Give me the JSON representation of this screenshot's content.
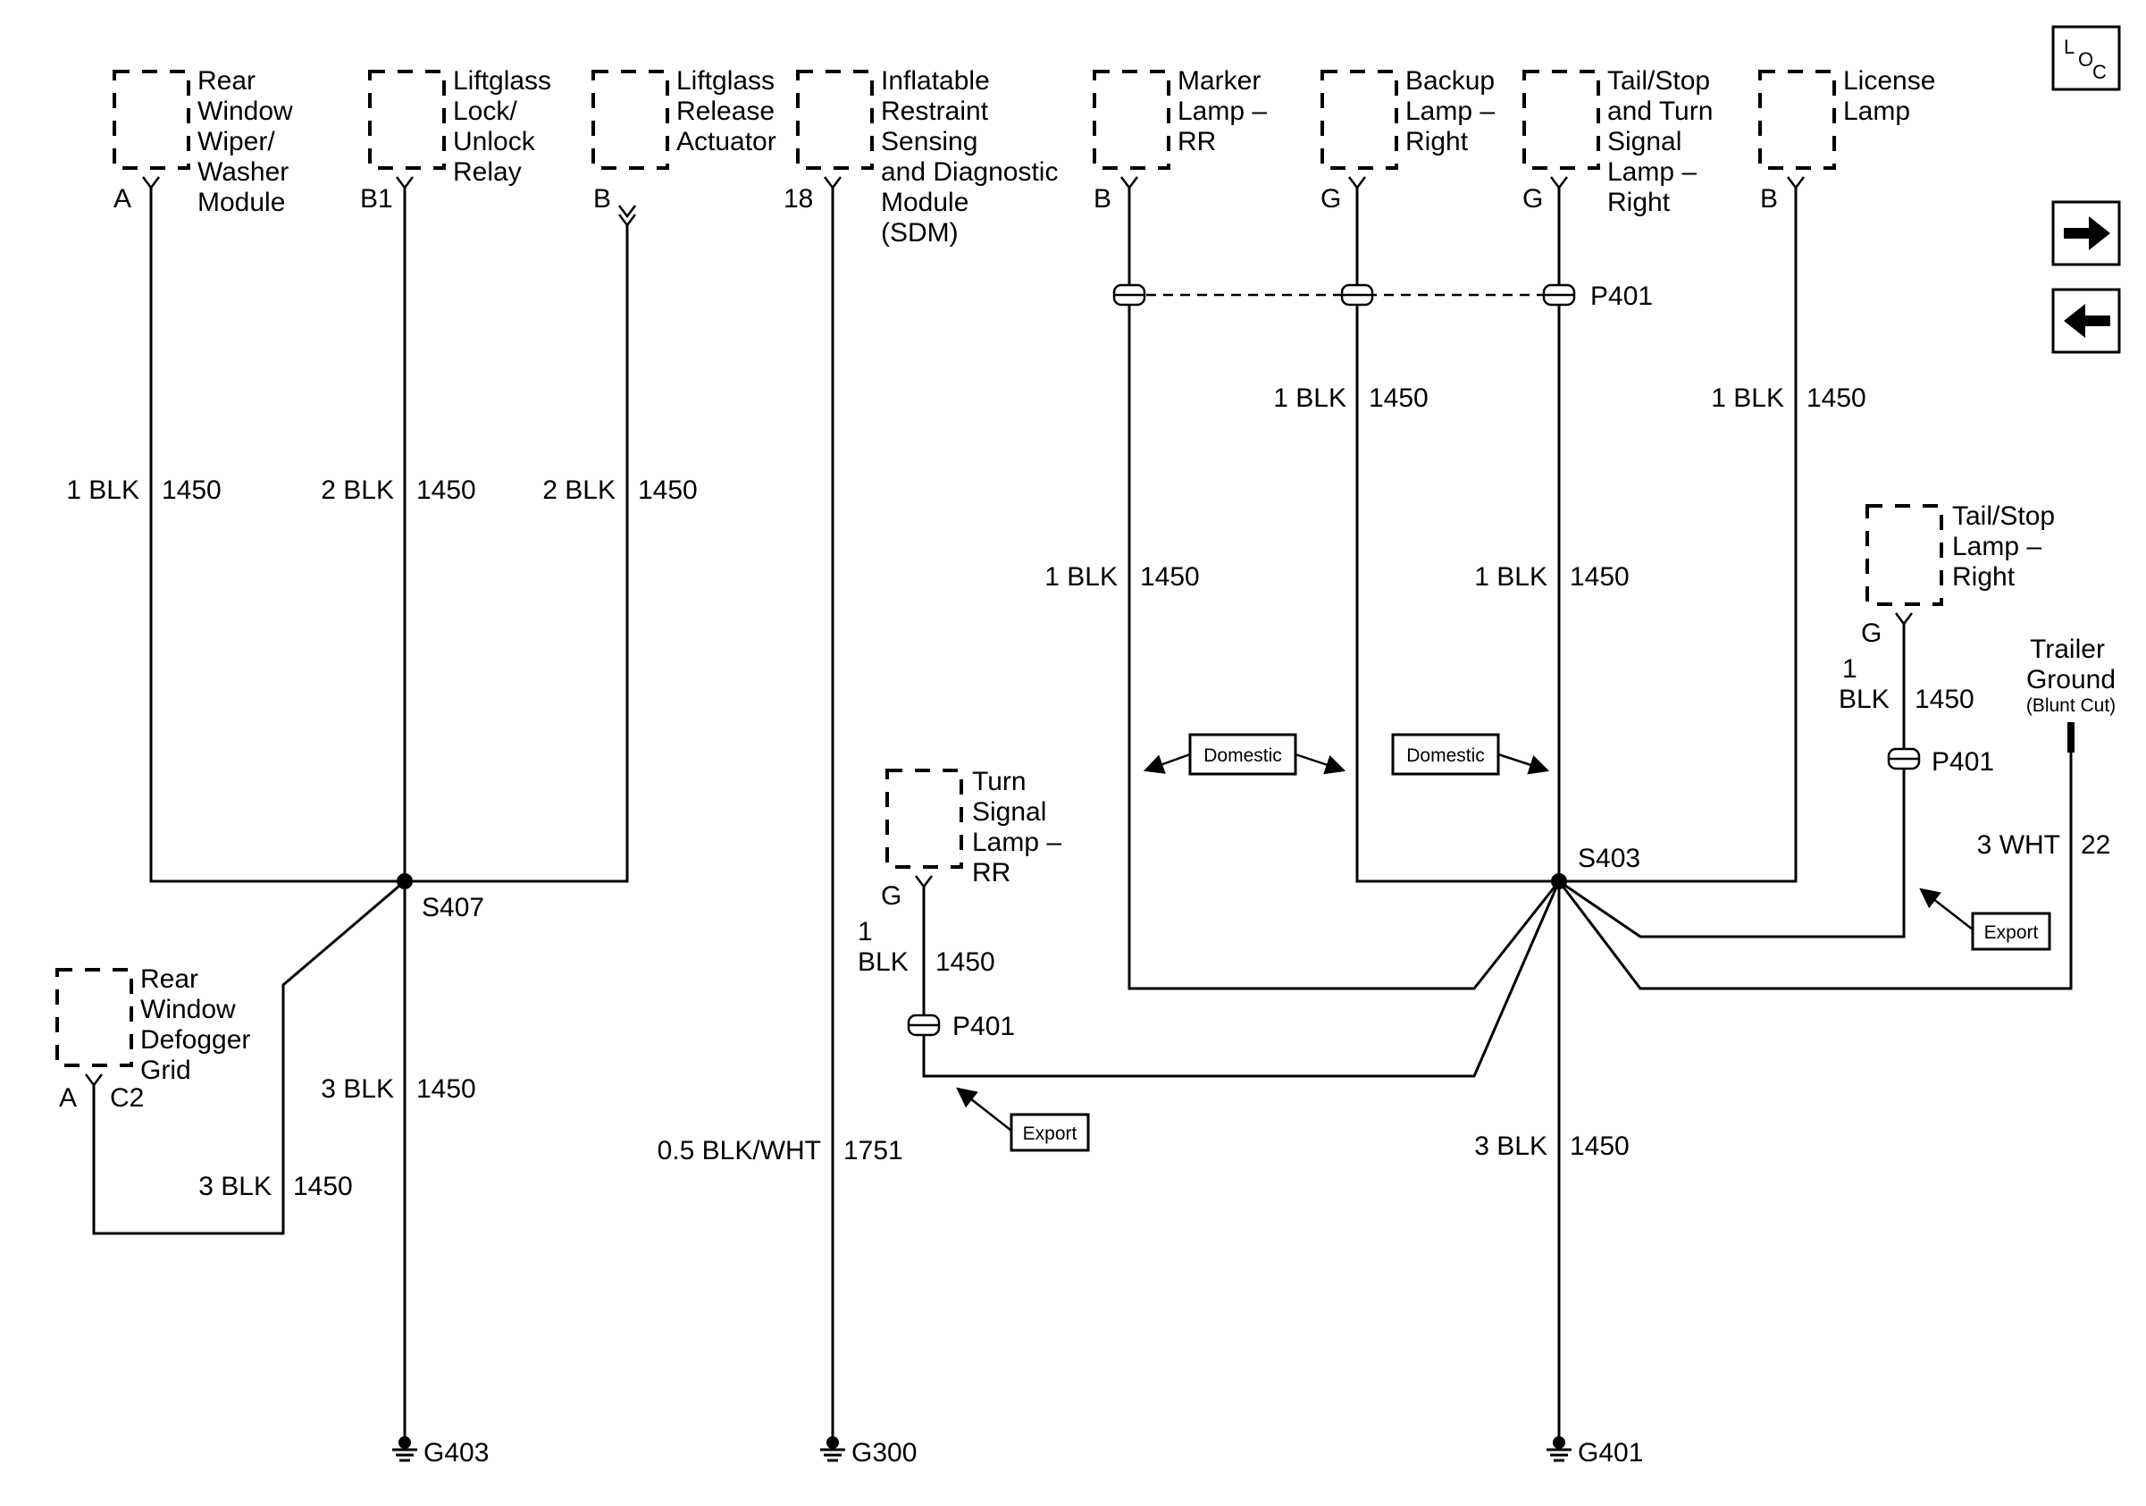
{
  "nav": {
    "loc_L": "L",
    "loc_O": "O",
    "loc_C": "C"
  },
  "components": {
    "rear_wiper": [
      "Rear",
      "Window",
      "Wiper/",
      "Washer",
      "Module"
    ],
    "liftglass_lock": [
      "Liftglass",
      "Lock/",
      "Unlock",
      "Relay"
    ],
    "liftglass_release": [
      "Liftglass",
      "Release",
      "Actuator"
    ],
    "sdm": [
      "Inflatable",
      "Restraint",
      "Sensing",
      "and Diagnostic",
      "Module",
      "(SDM)"
    ],
    "marker_lamp": [
      "Marker",
      "Lamp –",
      "RR"
    ],
    "backup_lamp": [
      "Backup",
      "Lamp –",
      "Right"
    ],
    "tail_turn": [
      "Tail/Stop",
      "and Turn",
      "Signal",
      "Lamp –",
      "Right"
    ],
    "license_lamp": [
      "License",
      "Lamp"
    ],
    "tail_stop": [
      "Tail/Stop",
      "Lamp –",
      "Right"
    ],
    "turn_signal_rr": [
      "Turn",
      "Signal",
      "Lamp –",
      "RR"
    ],
    "defogger": [
      "Rear",
      "Window",
      "Defogger",
      "Grid"
    ],
    "trailer_ground": [
      "Trailer",
      "Ground"
    ],
    "trailer_ground_note": "(Blunt Cut)"
  },
  "pins": {
    "rear_wiper": "A",
    "liftglass_lock": "B1",
    "liftglass_release": "B",
    "sdm": "18",
    "marker_lamp": "B",
    "backup_lamp": "G",
    "tail_turn": "G",
    "license_lamp": "B",
    "tail_stop": "G",
    "turn_signal_rr": "G",
    "defogger_pin": "A",
    "defogger_conn": "C2"
  },
  "wires": {
    "w1": {
      "size_color": "1 BLK",
      "circuit": "1450"
    },
    "w2": {
      "size_color": "2 BLK",
      "circuit": "1450"
    },
    "w3": {
      "size_color": "2 BLK",
      "circuit": "1450"
    },
    "w4": {
      "size_color": "3 BLK",
      "circuit": "1450"
    },
    "w5": {
      "size_color": "3 BLK",
      "circuit": "1450"
    },
    "w6": {
      "size_color": "0.5 BLK/WHT",
      "circuit": "1751"
    },
    "w7": {
      "size_color": "1 BLK",
      "circuit": "1450"
    },
    "w8": {
      "size_color": "1 BLK",
      "circuit": "1450"
    },
    "w9": {
      "size_color": "1 BLK",
      "circuit": "1450"
    },
    "w10": {
      "size_color": "1 BLK",
      "circuit": "1450"
    },
    "w11": {
      "size_color_1": "1",
      "size_color_2": "BLK",
      "circuit": "1450"
    },
    "w12": {
      "size_color_1": "1",
      "size_color_2": "BLK",
      "circuit": "1450"
    },
    "w13": {
      "size_color": "3 WHT",
      "circuit": "22"
    },
    "w14": {
      "size_color": "3 BLK",
      "circuit": "1450"
    }
  },
  "splices": {
    "s407": "S407",
    "s403": "S403"
  },
  "connectors": {
    "p401_top": "P401",
    "p401_right": "P401",
    "p401_left": "P401"
  },
  "grounds": {
    "g403": "G403",
    "g300": "G300",
    "g401": "G401"
  },
  "boxes": {
    "domestic_1": "Domestic",
    "domestic_2": "Domestic",
    "export_1": "Export",
    "export_2": "Export"
  }
}
